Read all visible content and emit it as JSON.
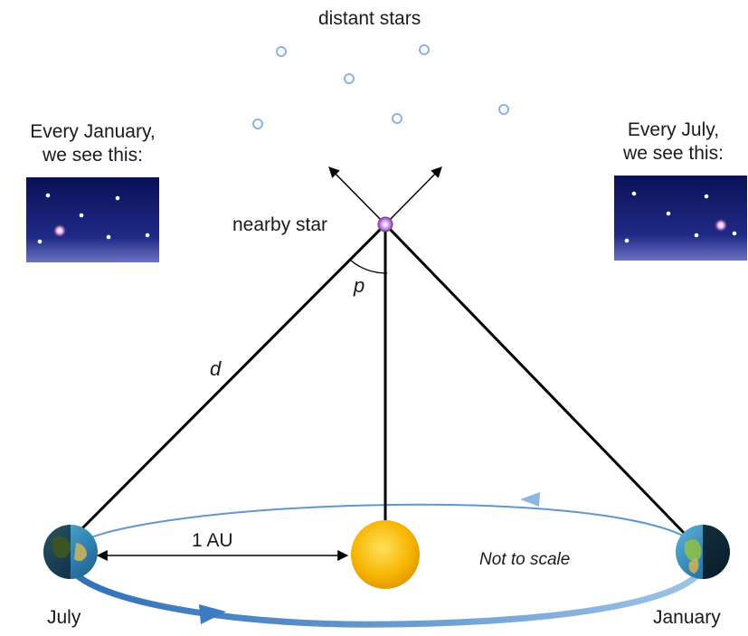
{
  "labels": {
    "distant_stars": "distant stars",
    "nearby_star": "nearby star",
    "parallax_angle": "p",
    "distance": "d",
    "au": "1 AU",
    "not_to_scale": "Not to scale",
    "july": "July",
    "january": "January"
  },
  "left_panel": {
    "caption_line1": "Every January,",
    "caption_line2": "we see this:"
  },
  "right_panel": {
    "caption_line1": "Every July,",
    "caption_line2": "we see this:"
  },
  "colors": {
    "sky_top": "#0d1460",
    "sky_bottom": "#5a63b8",
    "orbit": "#4a86c5",
    "sun": "#f7b500",
    "nearby_star": "#b06ad0",
    "distant_star_outline": "#8db4dd",
    "line": "#000000"
  }
}
